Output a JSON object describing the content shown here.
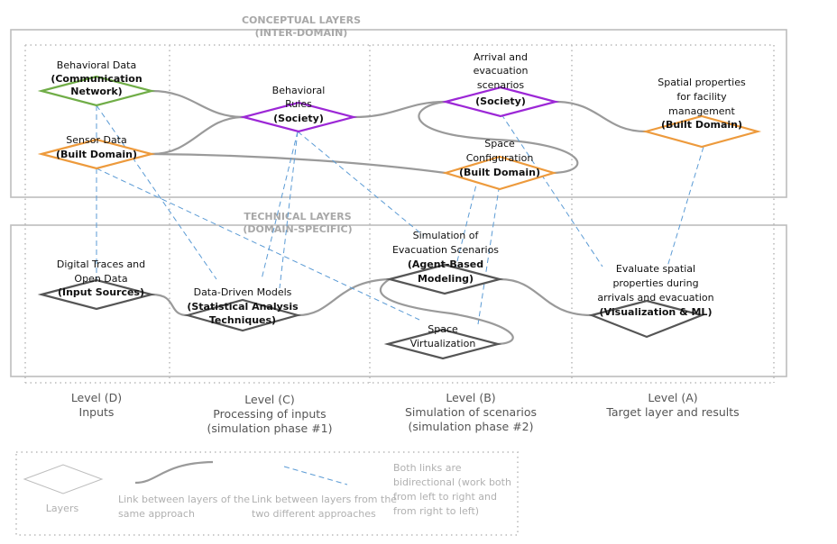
{
  "layers": {
    "conceptual": {
      "title": "CONCEPTUAL LAYERS",
      "subtitle": "(INTER-DOMAIN)"
    },
    "technical": {
      "title": "TECHNICAL LAYERS",
      "subtitle": "(DOMAIN-SPECIFIC)"
    }
  },
  "colors": {
    "green": "#70ad47",
    "orange": "#ed9a3c",
    "purple": "#9c27d6",
    "dark": "#555555",
    "gray_link": "#9a9a9a",
    "blue_link": "#5b9bd5"
  },
  "nodes": {
    "behavioral_data": {
      "lines": [
        "Behavioral Data"
      ],
      "bold": [
        "(Communication",
        "Network)"
      ],
      "color": "green"
    },
    "sensor_data": {
      "lines": [
        "Sensor Data"
      ],
      "bold": [
        "(Built Domain)"
      ],
      "color": "orange"
    },
    "behavioral_rules": {
      "lines": [
        "Behavioral",
        "Rules"
      ],
      "bold": [
        "(Society)"
      ],
      "color": "purple"
    },
    "arrival_scenarios": {
      "lines": [
        "Arrival and",
        "evacuation",
        "scenarios"
      ],
      "bold": [
        "(Society)"
      ],
      "color": "purple"
    },
    "space_configuration": {
      "lines": [
        "Space",
        "Configuration"
      ],
      "bold": [
        "(Built Domain)"
      ],
      "color": "orange"
    },
    "spatial_properties": {
      "lines": [
        "Spatial properties",
        "for facility",
        "management"
      ],
      "bold": [
        "(Built Domain)"
      ],
      "color": "orange"
    },
    "digital_traces": {
      "lines": [
        "Digital Traces and",
        "Open Data"
      ],
      "bold": [
        "(Input Sources)"
      ],
      "color": "dark"
    },
    "data_driven_models": {
      "lines": [
        "Data-Driven Models"
      ],
      "bold": [
        "(Statistical Analysis",
        "Techniques)"
      ],
      "color": "dark"
    },
    "simulation_evacuation": {
      "lines": [
        "Simulation of",
        "Evacuation Scenarios"
      ],
      "bold": [
        "(Agent-Based",
        "Modeling)"
      ],
      "color": "dark"
    },
    "space_virtualization": {
      "lines": [
        "Space",
        "Virtualization"
      ],
      "bold": [],
      "color": "dark"
    },
    "evaluate_spatial": {
      "lines": [
        "Evaluate spatial",
        "properties during",
        "arrivals and evacuation"
      ],
      "bold": [
        "(Visualization & ML)"
      ],
      "color": "dark"
    }
  },
  "levels": [
    {
      "lines": [
        "Level (D)",
        "Inputs"
      ]
    },
    {
      "lines": [
        "Level (C)",
        "Processing of inputs",
        "(simulation phase #1)"
      ]
    },
    {
      "lines": [
        "Level (B)",
        "Simulation of scenarios",
        "(simulation phase #2)"
      ]
    },
    {
      "lines": [
        "Level (A)",
        "Target layer and results"
      ]
    }
  ],
  "legend": {
    "layers": "Layers",
    "same_approach": [
      "Link between layers of the",
      "same approach"
    ],
    "different_approaches": [
      "Link between layers from the",
      "two different approaches"
    ],
    "bidirectional": [
      "Both links are",
      "bidirectional (work both",
      "from left to right and",
      "from right to left)"
    ]
  }
}
